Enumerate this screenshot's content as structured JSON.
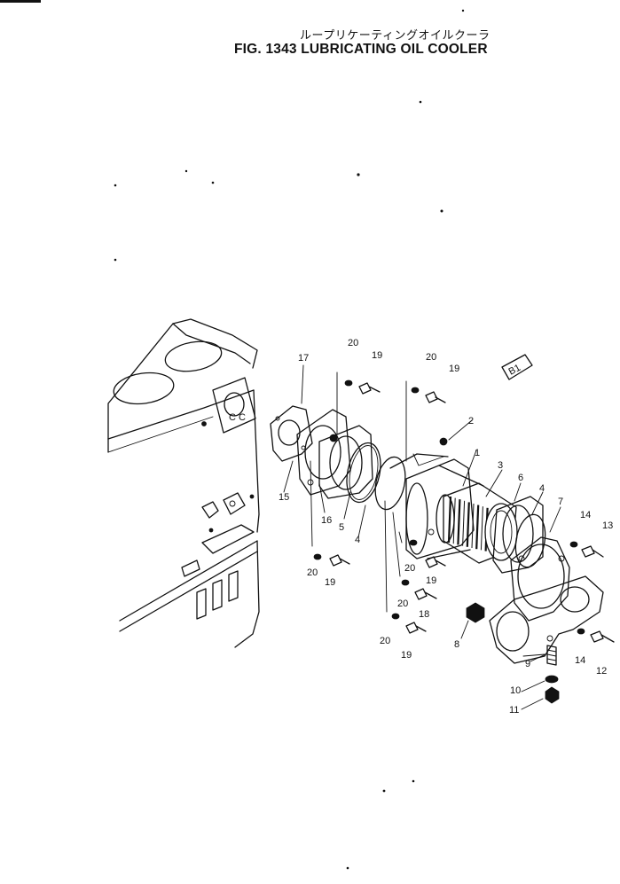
{
  "figure": {
    "title_jp": "ループリケーティングオイルクーラ",
    "title_en": "FIG. 1343  LUBRICATING OIL COOLER"
  },
  "callouts": {
    "c1": "1",
    "c2": "2",
    "c3": "3",
    "c4a": "4",
    "c4b": "4",
    "c5": "5",
    "c6": "6",
    "c7": "7",
    "c8": "8",
    "c9": "9",
    "c10": "10",
    "c11": "11",
    "c12": "12",
    "c13": "13",
    "c14a": "14",
    "c14b": "14",
    "c15": "15",
    "c16": "16",
    "c17": "17",
    "c18": "18",
    "c19a": "19",
    "c19b": "19",
    "c19c": "19",
    "c19d": "19",
    "c19e": "19",
    "c20a": "20",
    "c20b": "20",
    "c20c": "20",
    "c20d": "20",
    "c20e": "20",
    "c20f": "20"
  },
  "direction_marker": "B1"
}
